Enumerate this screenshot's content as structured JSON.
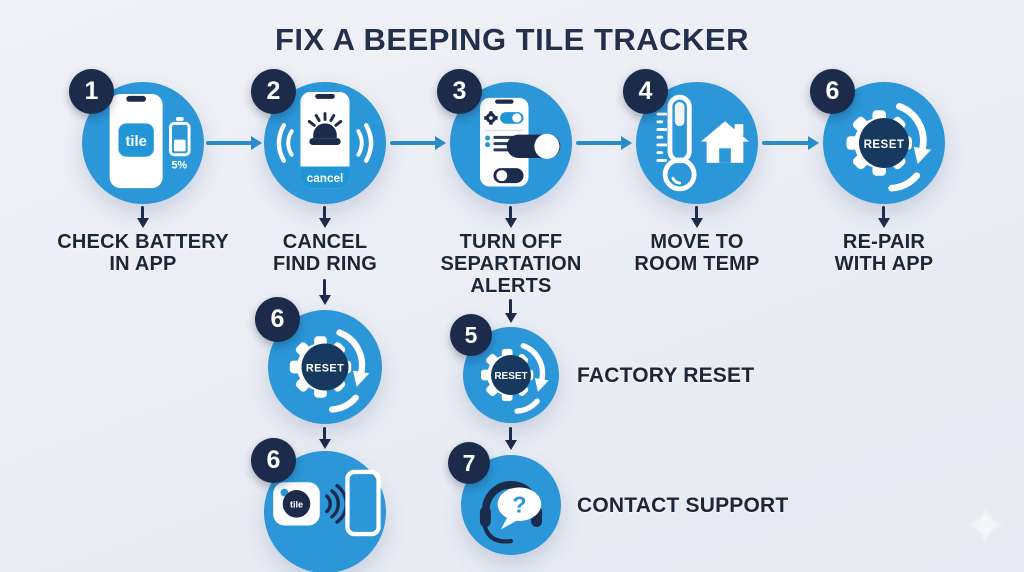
{
  "title": "FIX A BEEPING TILE TRACKER",
  "colors": {
    "background": "#edeff5",
    "circle_blue": "#2b96d8",
    "badge_navy": "#1d2b4b",
    "arrow_blue": "#2a8bc9",
    "text_navy": "#1b2638",
    "reset_center_navy": "#17395f",
    "accent_blue": "#2196d6"
  },
  "steps": [
    {
      "badge": "1",
      "icon": "phone-tile-battery",
      "lines": [
        "CHECK BATTERY",
        "IN APP"
      ]
    },
    {
      "badge": "2",
      "icon": "phone-alarm-cancel",
      "lines": [
        "CANCEL",
        "FIND RING"
      ]
    },
    {
      "badge": "3",
      "icon": "phone-toggles",
      "lines": [
        "TURN OFF",
        "SEPARTATION",
        "ALERTS"
      ]
    },
    {
      "badge": "4",
      "icon": "thermometer-house",
      "lines": [
        "MOVE TO",
        "ROOM TEMP"
      ]
    },
    {
      "badge": "6",
      "icon": "gear-reset",
      "lines": [
        "RE-PAIR",
        "WITH APP"
      ]
    }
  ],
  "icon_text": {
    "tile_app": "tile",
    "battery_percent": "5%",
    "cancel_button": "cancel",
    "reset": "RESET",
    "tile_tracker": "tile",
    "question": "?"
  },
  "branch_cancel": [
    {
      "badge": "6",
      "icon": "gear-reset"
    },
    {
      "badge": "6",
      "icon": "tile-ringing-phone"
    }
  ],
  "branch_alerts": [
    {
      "badge": "5",
      "icon": "gear-reset",
      "label": "FACTORY RESET"
    },
    {
      "badge": "7",
      "icon": "headset-question",
      "label": "CONTACT SUPPORT"
    }
  ]
}
